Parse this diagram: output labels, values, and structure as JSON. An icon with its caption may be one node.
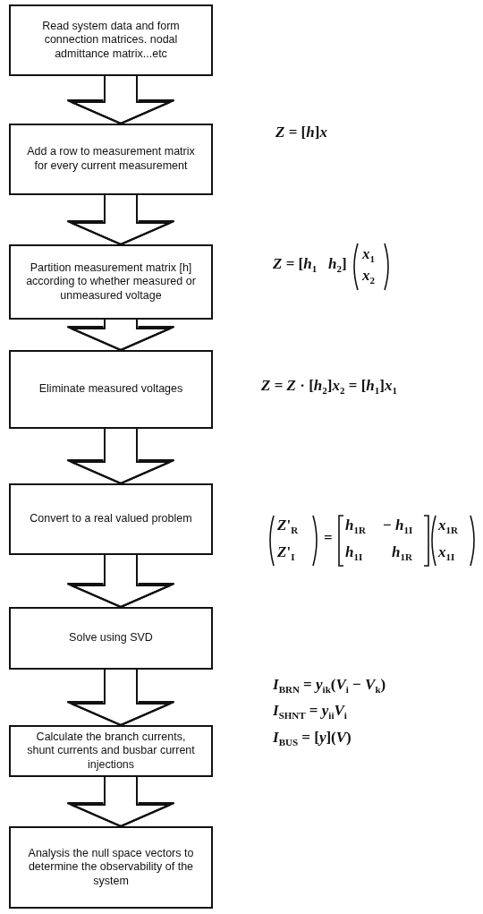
{
  "diagram": {
    "nodes": [
      {
        "text": [
          "Read system data and form connection matrices. nodal admittance matrix...etc"
        ]
      },
      {
        "text": [
          "Add a row to measurement matrix for every current measurement"
        ]
      },
      {
        "text": [
          "Partition measurement matrix [h] according to whether measured or unmeasured voltage"
        ]
      },
      {
        "text": [
          "Eliminate measured voltages"
        ]
      },
      {
        "text": [
          "Convert to a real valued problem"
        ]
      },
      {
        "text": [
          "Solve using SVD"
        ]
      },
      {
        "text": [
          "Calculate the branch currents, shunt currents and busbar current injections"
        ]
      },
      {
        "text": [
          "Analysis the null space vectors to determine the observability of the system"
        ]
      }
    ],
    "edges": [
      {
        "from": 0,
        "to": 1,
        "arrow": "to"
      },
      {
        "from": 1,
        "to": 2,
        "arrow": "to"
      },
      {
        "from": 2,
        "to": 3,
        "arrow": "to"
      },
      {
        "from": 3,
        "to": 4,
        "arrow": "to"
      },
      {
        "from": 4,
        "to": 5,
        "arrow": "to"
      },
      {
        "from": 5,
        "to": 6,
        "arrow": "to"
      },
      {
        "from": 6,
        "to": 7,
        "arrow": "to"
      }
    ],
    "labels": [
      "*Z* = [*h*]*x*",
      "*Z* = [*h*$_{1}$   *h*$_{2}$]",
      "*x*$_{1}$",
      "*x*$_{2}$",
      "*Z* = *Z* · [*h*$_{2}$]*x*$_{2}$ = [*h*$_{1}$]*x*$_{1}$",
      "*Z*'$_{R}$",
      "=",
      "*h*$_{1R}$",
      "− *h*$_{1I}$",
      "*x*$_{1R}$",
      "*Z*'$_{I}$",
      "*h*$_{1I}$",
      "*h*$_{1R}$",
      "*x*$_{1I}$",
      "*I*$_{BRN}$ = *y*$_{ik}$(*V*$_{i}$ − *V*$_{k}$)",
      "*I*$_{SHNT}$ = *y*$_{ii}$*V*$_{i}$",
      "*I*$_{BUS}$ = [*y*](*V*)"
    ]
  }
}
